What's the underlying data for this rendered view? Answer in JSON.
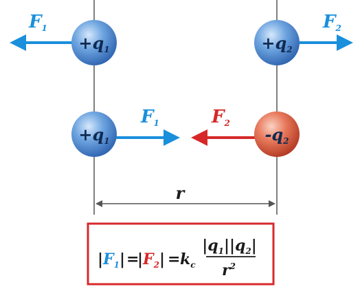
{
  "colors": {
    "positive_charge": "#5b97d8",
    "negative_charge": "#e36b4f",
    "force_blue": "#1a8fdc",
    "force_red": "#d62828",
    "frame_red": "#d9292c",
    "line_gray": "#555555"
  },
  "top_row": {
    "left_charge": {
      "sign": "+",
      "symbol": "q",
      "subscript": "1"
    },
    "right_charge": {
      "sign": "+",
      "symbol": "q",
      "subscript": "2"
    },
    "left_force": {
      "symbol": "F",
      "subscript": "1"
    },
    "right_force": {
      "symbol": "F",
      "subscript": "2"
    }
  },
  "bottom_row": {
    "left_charge": {
      "sign": "+",
      "symbol": "q",
      "subscript": "1"
    },
    "right_charge": {
      "sign": "-",
      "symbol": "q",
      "subscript": "2"
    },
    "left_force": {
      "symbol": "F",
      "subscript": "1"
    },
    "right_force": {
      "symbol": "F",
      "subscript": "2"
    }
  },
  "distance_label": "r",
  "formula": {
    "f1": {
      "symbol": "F",
      "subscript": "1"
    },
    "f2": {
      "symbol": "F",
      "subscript": "2"
    },
    "equals": "=",
    "constant": {
      "symbol": "k",
      "subscript": "c"
    },
    "numerator_q1": {
      "symbol": "q",
      "subscript": "1"
    },
    "numerator_q2": {
      "symbol": "q",
      "subscript": "2"
    },
    "denominator": {
      "symbol": "r",
      "superscript": "2"
    },
    "bar": "|"
  }
}
